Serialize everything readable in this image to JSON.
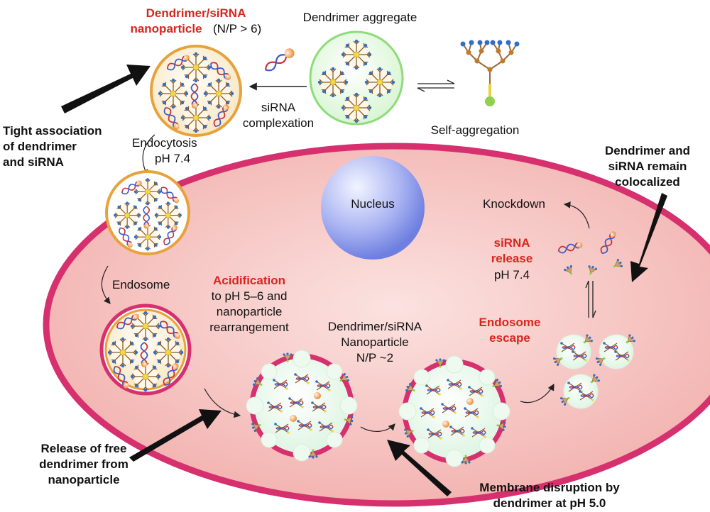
{
  "labels": {
    "np_title_1": "Dendrimer/siRNA",
    "np_title_2": "nanoparticle",
    "np_ratio": "(N/P > 6)",
    "aggregate": "Dendrimer aggregate",
    "complexation_1": "siRNA",
    "complexation_2": "complexation",
    "self_aggregation": "Self-aggregation",
    "endocytosis_1": "Endocytosis",
    "endocytosis_2": "pH 7.4",
    "tight_1": "Tight association",
    "tight_2": "of dendrimer",
    "tight_3": "and siRNA",
    "nucleus": "Nucleus",
    "knockdown": "Knockdown",
    "colocalized_1": "Dendrimer and",
    "colocalized_2": "siRNA remain",
    "colocalized_3": "colocalized",
    "release_1": "siRNA",
    "release_2": "release",
    "release_3": "pH 7.4",
    "endosome": "Endosome",
    "acid_1": "Acidification",
    "acid_2": "to pH 5–6 and",
    "acid_3": "nanoparticle",
    "acid_4": "rearrangement",
    "np2_1": "Dendrimer/siRNA",
    "np2_2": "Nanoparticle",
    "np2_3": "N/P ~2",
    "escape_1": "Endosome",
    "escape_2": "escape",
    "free_1": "Release of free",
    "free_2": "dendrimer from",
    "free_3": "nanoparticle",
    "membrane_1": "Membrane disruption by",
    "membrane_2": "dendrimer at pH 5.0"
  },
  "colors": {
    "cell_membrane": "#d6306f",
    "cytoplasm": "#f6c6c4",
    "nanoparticle_border": "#e8a23c",
    "aggregate_border": "#8fdc7a",
    "nucleus": "#aab4f2",
    "accent_red": "#d8261f"
  }
}
